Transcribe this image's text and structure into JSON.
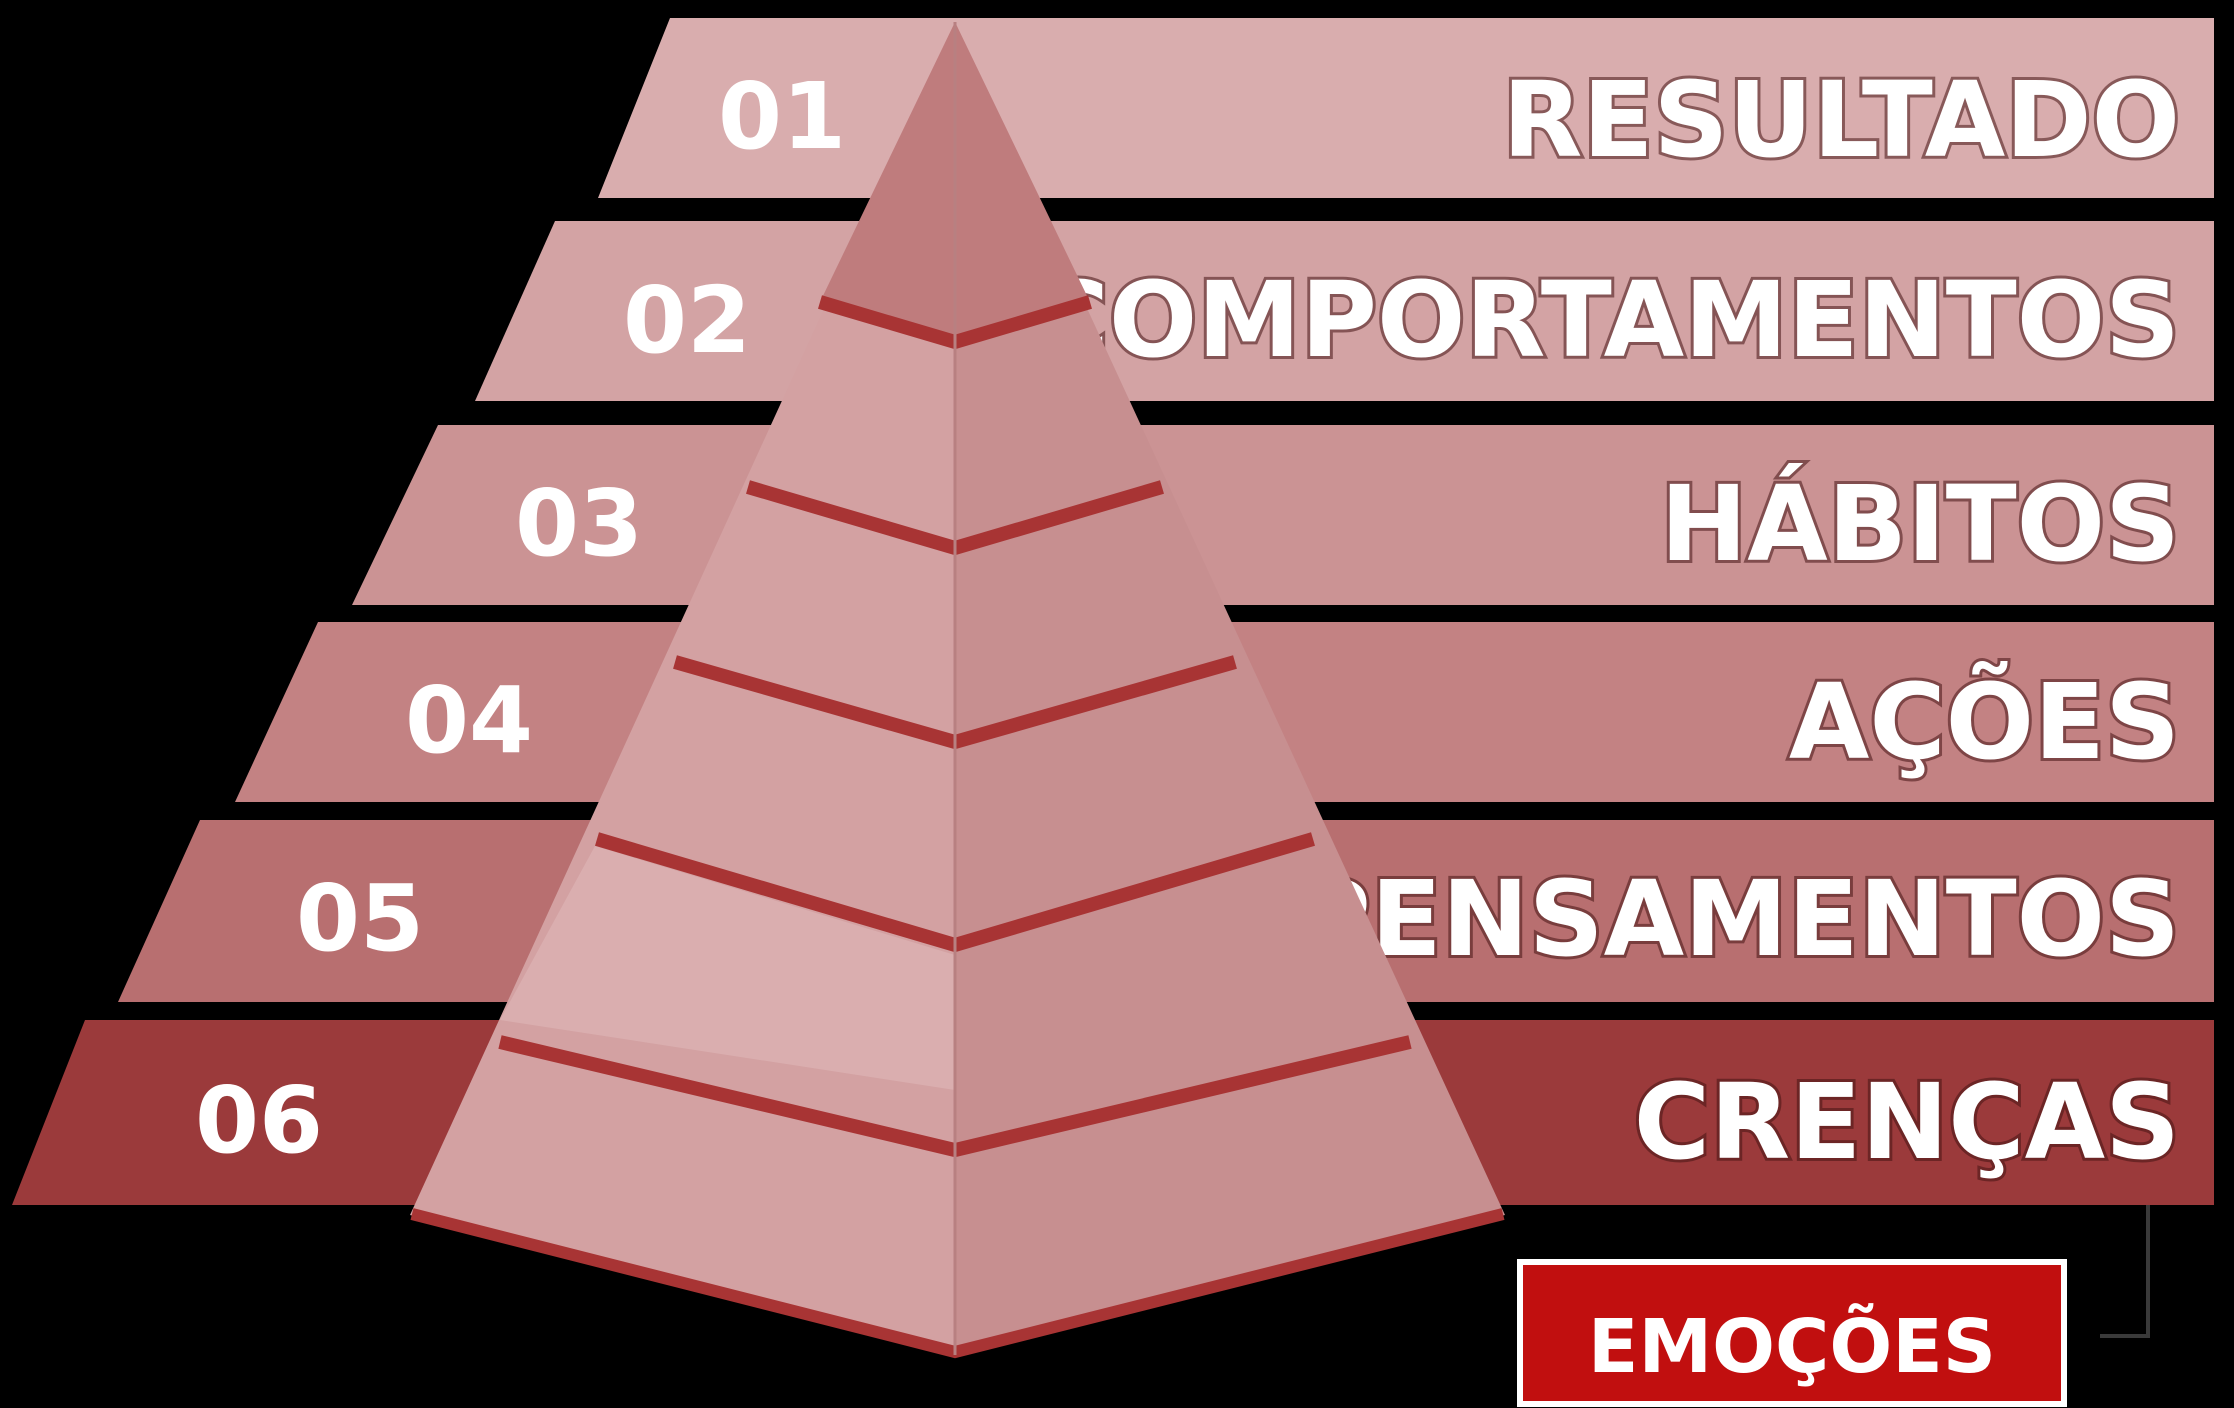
{
  "levels": [
    {
      "number": "01",
      "label": "RESULTADO",
      "color": "#d9adae"
    },
    {
      "number": "02",
      "label": "COMPORTAMENTOS",
      "color": "#d3a3a4"
    },
    {
      "number": "03",
      "label": "HÁBITOS",
      "color": "#cb9394"
    },
    {
      "number": "04",
      "label": "AÇÕES",
      "color": "#c38283"
    },
    {
      "number": "05",
      "label": "PENSAMENTOS",
      "color": "#b86f70"
    },
    {
      "number": "06",
      "label": "CRENÇAS",
      "color": "#9b3a3b"
    }
  ],
  "badge": {
    "label": "EMOÇÕES",
    "color": "#c10f0f"
  },
  "colors": {
    "background": "#000000",
    "pyramid_left": "#d3a1a2",
    "pyramid_right": "#c78f90",
    "tier_line": "#a83434"
  }
}
